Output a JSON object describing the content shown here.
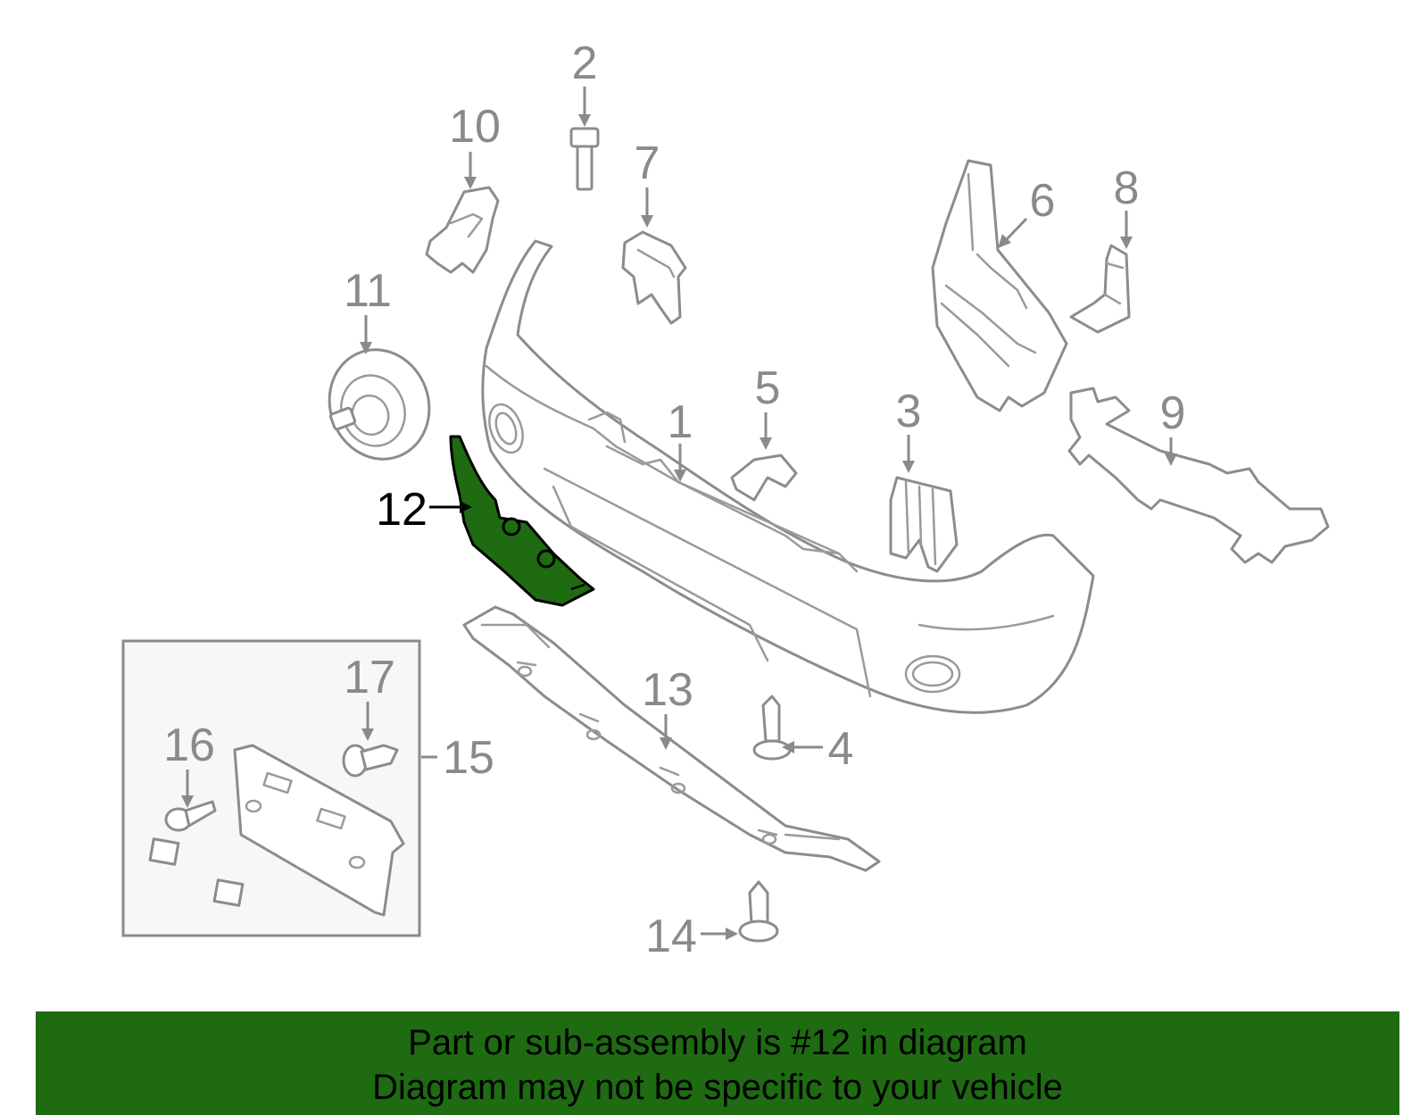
{
  "diagram": {
    "highlight_color": "#1e6b12",
    "callouts": {
      "c1": "1",
      "c2": "2",
      "c3": "3",
      "c4": "4",
      "c5": "5",
      "c6": "6",
      "c7": "7",
      "c8": "8",
      "c9": "9",
      "c10": "10",
      "c11": "11",
      "c12": "12",
      "c13": "13",
      "c14": "14",
      "c15": "15",
      "c16": "16",
      "c17": "17"
    },
    "kit_dash": "-",
    "highlighted_callout": "12"
  },
  "footer": {
    "line1": "Part or sub-assembly is #12 in diagram",
    "line2": "Diagram may not be specific to your vehicle",
    "background": "#1e6b12"
  }
}
